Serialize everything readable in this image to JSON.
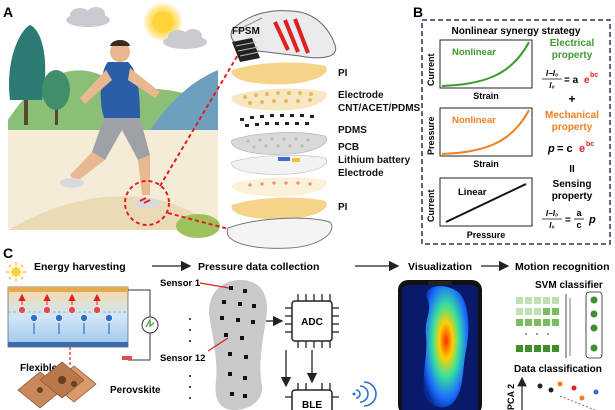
{
  "panels": {
    "a": "A",
    "b": "B",
    "c": "C"
  },
  "layers": [
    "FPSM",
    "PI",
    "Electrode",
    "CNT/ACET/PDMS",
    "PDMS",
    "PCB",
    "Lithium battery",
    "Electrode",
    "PI"
  ],
  "strategy": {
    "title": "Nonlinear synergy strategy",
    "graph1": {
      "curve_label": "Nonlinear",
      "ylabel": "Current",
      "xlabel": "Strain",
      "color": "#3f9a2e"
    },
    "graph2": {
      "curve_label": "Nonlinear",
      "ylabel": "Pressure",
      "xlabel": "Strain",
      "color": "#f07f1e"
    },
    "graph3": {
      "curve_label": "Linear",
      "ylabel": "Current",
      "xlabel": "Pressure",
      "color": "#111111"
    },
    "elec_title": [
      "Electrical",
      "property"
    ],
    "mech_title": [
      "Mechanical",
      "property"
    ],
    "sens_title": [
      "Sensing",
      "property"
    ],
    "eq1_num": "I−I₀",
    "eq1_den": "I₀",
    "eq1_rhs_a": "= a",
    "eq1_rhs_e": "e",
    "eq1_rhs_sup": "bc",
    "plus": "+",
    "eq2_lhs": "p",
    "eq2_rhs": "= c",
    "eq2_e": "e",
    "eq2_sup": "bc",
    "equals": "II",
    "eq3_num": "I−I₀",
    "eq3_den": "I₀",
    "eq3_eq": "=",
    "eq3_fnum": "a",
    "eq3_fden": "c",
    "eq3_p": "p"
  },
  "flow": {
    "step1": "Energy harvesting",
    "step2": "Pressure data collection",
    "step3": "Visualization",
    "step4": "Motion recognition",
    "flexible": "Flexible",
    "perovskite": "Perovskite",
    "sensor1": "Sensor 1",
    "sensor12": "Sensor 12",
    "adc": "ADC",
    "ble": "BLE",
    "svm": "SVM classifier",
    "data_class": "Data classification",
    "pca": "PCA 2"
  },
  "colors": {
    "accent_red": "#e02020",
    "green": "#3f9a2e",
    "orange": "#f07f1e",
    "navy": "#1f3864"
  }
}
